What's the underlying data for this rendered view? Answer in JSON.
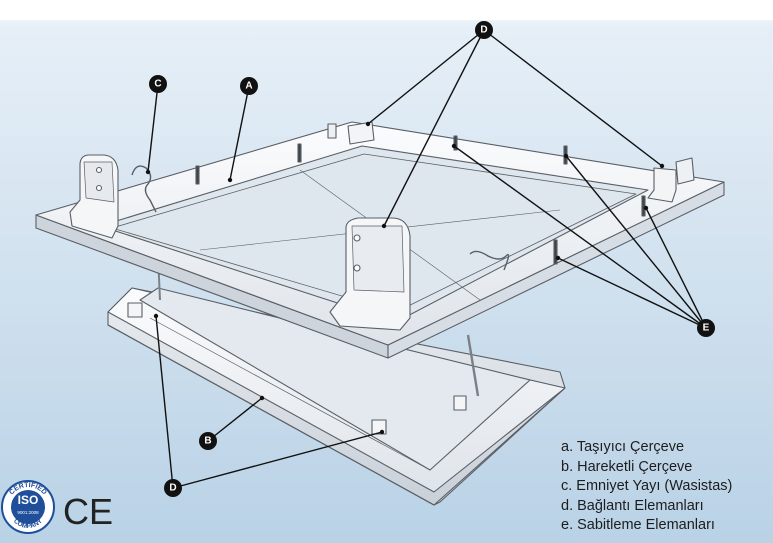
{
  "callouts": {
    "a": "A",
    "b": "B",
    "c": "C",
    "d_top": "D",
    "d_bottom": "D",
    "e": "E"
  },
  "legend": [
    "a. Taşıyıcı Çerçeve",
    "b. Hareketli Çerçeve",
    "c. Emniyet Yayı (Wasistas)",
    "d. Bağlantı Elemanları",
    "e. Sabitleme Elemanları"
  ],
  "certification": {
    "top_arc": "CERTIFIED",
    "center": "ISO",
    "standard": "9001:2008",
    "bottom_arc": "COMPANY",
    "ce_mark": "CE"
  },
  "colors": {
    "background_top": "#ffffff",
    "background_bottom": "#b9d2e6",
    "outline": "#5a5f66",
    "callout_fill": "#111111",
    "iso_blue": "#1f4e9a"
  }
}
